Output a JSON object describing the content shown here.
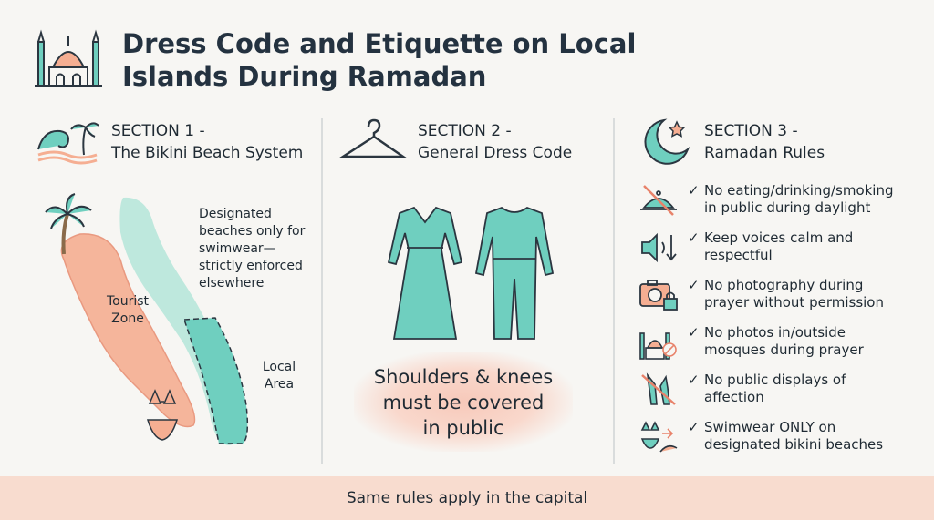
{
  "title": {
    "line1": "Dress Code and Etiquette on Local",
    "line2": "Islands During Ramadan"
  },
  "sections": [
    {
      "line1": "SECTION 1 -",
      "line2": "The Bikini Beach System",
      "icon": "wave-palm-icon"
    },
    {
      "line1": "SECTION 2 -",
      "line2": "General Dress Code",
      "icon": "hanger-icon"
    },
    {
      "line1": "SECTION 3 -",
      "line2": "Ramadan Rules",
      "icon": "crescent-star-icon"
    }
  ],
  "map": {
    "designated": [
      "Designated",
      "beaches only for",
      "swimwear—",
      "strictly enforced",
      "elsewhere"
    ],
    "tourist": [
      "Tourist",
      "Zone"
    ],
    "local": [
      "Local",
      "Area"
    ]
  },
  "callout": [
    "Shoulders & knees",
    "must be covered",
    "in public"
  ],
  "rules": [
    {
      "icon": "no-food-icon",
      "line1": "No eating/drinking/smoking",
      "line2": "in public during daylight"
    },
    {
      "icon": "volume-down-icon",
      "line1": "Keep voices calm and",
      "line2": "respectful"
    },
    {
      "icon": "camera-lock-icon",
      "line1": "No photography during",
      "line2": "prayer without permission"
    },
    {
      "icon": "mosque-no-photo-icon",
      "line1": "No photos in/outside",
      "line2": "mosques during prayer"
    },
    {
      "icon": "no-affection-icon",
      "line1": "No public displays of",
      "line2": "affection"
    },
    {
      "icon": "swimwear-beach-icon",
      "line1": "Swimwear ONLY on",
      "line2": "designated bikini beaches"
    }
  ],
  "check": "✓",
  "footer": "Same rules apply in the capital",
  "colors": {
    "teal": "#6fcfbf",
    "coral": "#f5ae92",
    "dark": "#2b3640",
    "footer_bg": "#f8dccf"
  }
}
